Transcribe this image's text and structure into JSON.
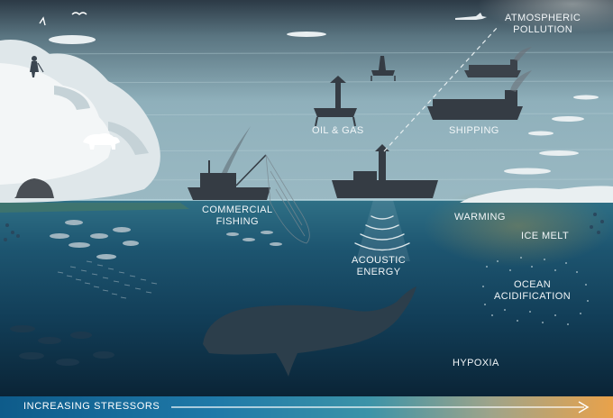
{
  "labels": {
    "atmospheric_pollution": [
      "ATMOSPHERIC",
      "POLLUTION"
    ],
    "oil_gas": "OIL & GAS",
    "shipping": "SHIPPING",
    "commercial_fishing": [
      "COMMERCIAL",
      "FISHING"
    ],
    "warming": "WARMING",
    "ice_melt": "ICE MELT",
    "acoustic_energy": [
      "ACOUSTIC",
      "ENERGY"
    ],
    "ocean_acidification": [
      "OCEAN",
      "ACIDIFICATION"
    ],
    "hypoxia": "HYPOXIA"
  },
  "footer": {
    "increasing_stressors": "INCREASING STRESSORS"
  },
  "colors": {
    "sky_top": "#2c3a46",
    "sea_surface": "#8fb3bf",
    "deep_water": "#0c2c44",
    "ice": "#e8eef0",
    "silhouette": "#2b3540",
    "bar_start": "#0e5b8a",
    "bar_end": "#e9a24a"
  }
}
